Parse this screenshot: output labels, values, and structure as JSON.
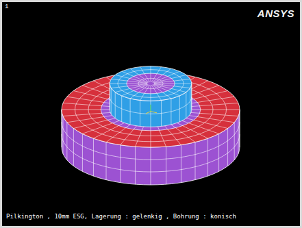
{
  "diagram": {
    "caption": "Pilkington , 10mm ESG, Lagerung : gelenkig , Bohrung : konisch",
    "labels": [
      "1",
      "ANSYS"
    ]
  }
}
